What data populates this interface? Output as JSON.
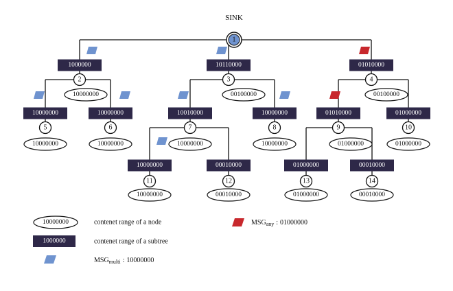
{
  "sink_label": "SINK",
  "colors": {
    "box_fill": "#2e2848",
    "msg_multi": "#6f93cf",
    "msg_any": "#c8282d",
    "sink_fill": "#6f93cf"
  },
  "nodes": [
    {
      "id": "1",
      "range": ""
    },
    {
      "id": "2",
      "range": "10000000"
    },
    {
      "id": "3",
      "range": "00100000"
    },
    {
      "id": "4",
      "range": "00100000"
    },
    {
      "id": "5",
      "range": "10000000"
    },
    {
      "id": "6",
      "range": "10000000"
    },
    {
      "id": "7",
      "range": "10000000"
    },
    {
      "id": "8",
      "range": "10000000"
    },
    {
      "id": "9",
      "range": "01000000"
    },
    {
      "id": "10",
      "range": "01000000"
    },
    {
      "id": "11",
      "range": "10000000"
    },
    {
      "id": "12",
      "range": "00010000"
    },
    {
      "id": "13",
      "range": "01000000"
    },
    {
      "id": "14",
      "range": "00010000"
    }
  ],
  "subtree_boxes": [
    {
      "id": "b2",
      "label": "1000000"
    },
    {
      "id": "b3",
      "label": "10110000"
    },
    {
      "id": "b4",
      "label": "01010000"
    },
    {
      "id": "b5",
      "label": "10000000"
    },
    {
      "id": "b6",
      "label": "10000000"
    },
    {
      "id": "b7",
      "label": "10010000"
    },
    {
      "id": "b8",
      "label": "10000000"
    },
    {
      "id": "b9",
      "label": "01010000"
    },
    {
      "id": "b10",
      "label": "01000000"
    },
    {
      "id": "b11",
      "label": "10000000"
    },
    {
      "id": "b12",
      "label": "00010000"
    },
    {
      "id": "b13",
      "label": "01000000"
    },
    {
      "id": "b14",
      "label": "00010000"
    }
  ],
  "legend": {
    "node_sample": "10000000",
    "node_text": "contenet range of a node",
    "subtree_sample": "1000000",
    "subtree_text": "contenet range of a subtree",
    "multi_main": "MSG",
    "multi_sub": "multi",
    "multi_value": "10000000",
    "any_main": "MSG",
    "any_sub": "any",
    "any_value": "01000000",
    "separator": ":"
  }
}
